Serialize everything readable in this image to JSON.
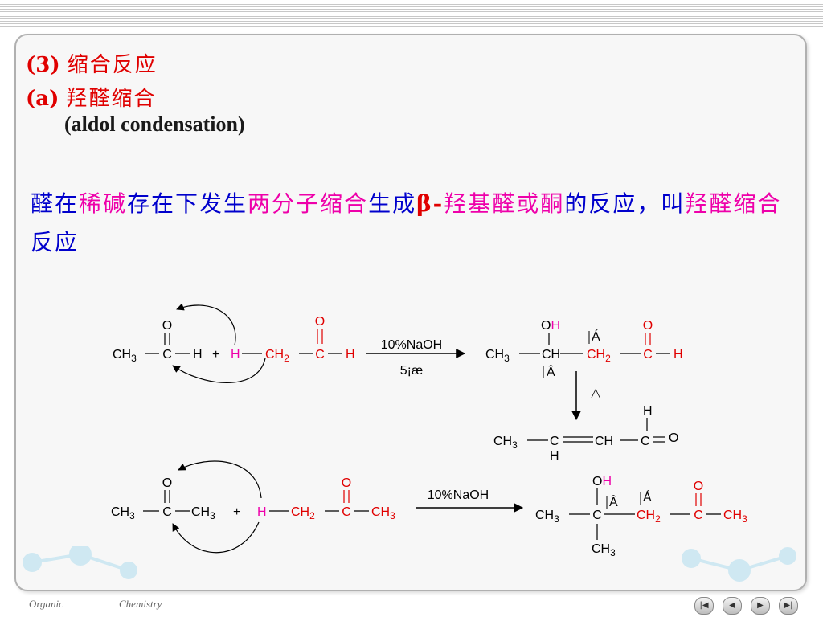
{
  "heading1": {
    "num": "(3)",
    "text": "缩合反应"
  },
  "heading2": {
    "num": "(a)",
    "text": "羟醛缩合"
  },
  "subtitle": "(aldol condensation)",
  "description": {
    "p1": "醛在",
    "p2": "稀碱",
    "p3": "存在下发生",
    "p4": "两分子缩合",
    "p5": "生成",
    "p6": "β-",
    "p7": "羟基醛或酮",
    "p8": "的反应，叫",
    "p9": "羟醛缩合",
    "p10": "反应"
  },
  "reaction1": {
    "reactant1": {
      "o": "O",
      "ch3": "CH",
      "ch3_sub": "3",
      "c": "C",
      "h": "H"
    },
    "plus": "+",
    "reactant2": {
      "h": "H",
      "ch2": "CH",
      "ch2_sub": "2",
      "c": "C",
      "h2": "H",
      "o": "O"
    },
    "reagent": "10%NaOH",
    "condition": "5¡æ",
    "product": {
      "o": "O",
      "oh_h": "H",
      "ch3": "CH",
      "ch3_sub": "3",
      "ch": "CH",
      "ch2": "CH",
      "ch2_sub": "2",
      "c": "C",
      "h": "H",
      "o2": "O",
      "alpha": "Á",
      "beta": "Â"
    },
    "heat": "△",
    "dehydration": {
      "ch3": "CH",
      "ch3_sub": "3",
      "c": "C",
      "h": "H",
      "ch": "CH",
      "c2": "C",
      "o": "O",
      "h_top": "H"
    }
  },
  "reaction2": {
    "reactant1": {
      "o": "O",
      "ch3a": "CH",
      "ch3a_sub": "3",
      "c": "C",
      "ch3b": "CH",
      "ch3b_sub": "3"
    },
    "plus": "+",
    "reactant2": {
      "h": "H",
      "ch2": "CH",
      "ch2_sub": "2",
      "c": "C",
      "ch3": "CH",
      "ch3_sub": "3",
      "o": "O"
    },
    "reagent": "10%NaOH",
    "product": {
      "o": "O",
      "oh_h": "H",
      "ch3": "CH",
      "ch3_sub": "3",
      "c": "C",
      "ch2": "CH",
      "ch2_sub": "2",
      "c2": "C",
      "ch3b": "CH",
      "ch3b_sub": "3",
      "o2": "O",
      "ch3c": "CH",
      "ch3c_sub": "3",
      "alpha": "Á",
      "beta": "Â"
    }
  },
  "footer": {
    "left": "Organic",
    "right": "Chemistry"
  },
  "nav": {
    "first": "|◀",
    "prev": "◀",
    "next": "▶",
    "last": "▶|"
  },
  "colors": {
    "heading": "#e00000",
    "blue": "#0000cc",
    "pink": "#ee00aa",
    "red": "#e00000"
  }
}
